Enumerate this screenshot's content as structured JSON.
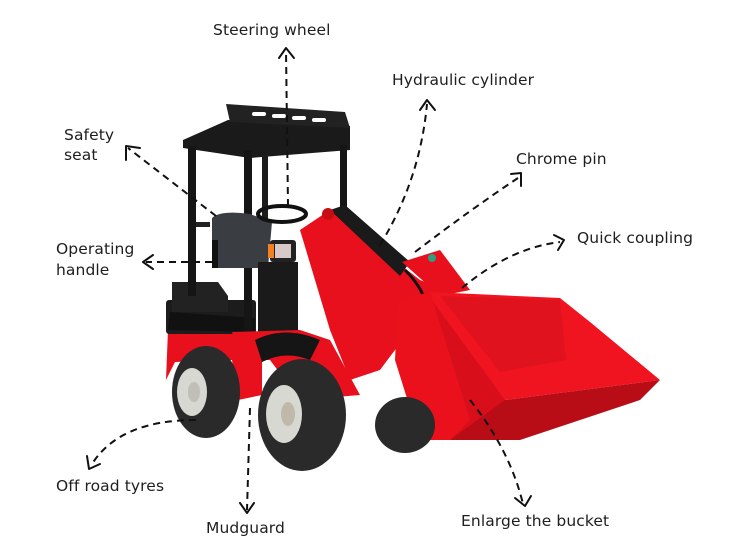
{
  "diagram": {
    "subject": "Mini wheel loader",
    "colors": {
      "body_red": "#e8101c",
      "bucket_red": "#f01420",
      "bucket_shadow": "#b80c16",
      "cab_black": "#151515",
      "tyre_black": "#2a2a2a",
      "rim_grey": "#d8d8d2",
      "arrow": "#111111",
      "label_text": "#1e1e1e"
    },
    "labels": [
      {
        "id": "steering-wheel",
        "text": "Steering wheel"
      },
      {
        "id": "hydraulic-cylinder",
        "text": "Hydraulic cylinder"
      },
      {
        "id": "safety-seat",
        "text": "Safety\nseat"
      },
      {
        "id": "chrome-pin",
        "text": "Chrome pin"
      },
      {
        "id": "operating-handle",
        "text": "Operating\nhandle"
      },
      {
        "id": "quick-coupling",
        "text": "Quick coupling"
      },
      {
        "id": "off-road-tyres",
        "text": "Off road tyres"
      },
      {
        "id": "mudguard",
        "text": "Mudguard"
      },
      {
        "id": "enlarge-bucket",
        "text": "Enlarge the bucket"
      }
    ]
  }
}
